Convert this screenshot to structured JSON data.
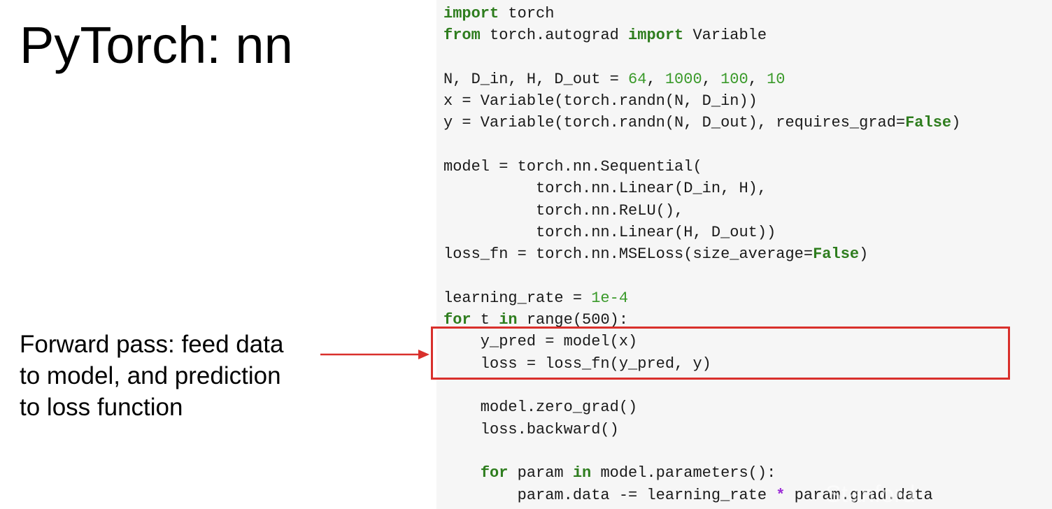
{
  "slide": {
    "title": "PyTorch: nn",
    "caption_lines": [
      "Forward pass: feed data",
      "to model, and prediction",
      "to loss function"
    ],
    "accent_color": "#d9302c",
    "watermark_text": "Stanford"
  },
  "code": {
    "lines": [
      [
        {
          "t": "import",
          "c": "kw"
        },
        {
          "t": " torch"
        }
      ],
      [
        {
          "t": "from",
          "c": "kw"
        },
        {
          "t": " torch.autograd "
        },
        {
          "t": "import",
          "c": "kw"
        },
        {
          "t": " Variable"
        }
      ],
      [],
      [
        {
          "t": "N, D_in, H, D_out = "
        },
        {
          "t": "64",
          "c": "num"
        },
        {
          "t": ", "
        },
        {
          "t": "1000",
          "c": "num"
        },
        {
          "t": ", "
        },
        {
          "t": "100",
          "c": "num"
        },
        {
          "t": ", "
        },
        {
          "t": "10",
          "c": "num"
        }
      ],
      [
        {
          "t": "x = Variable(torch.randn(N, D_in))"
        }
      ],
      [
        {
          "t": "y = Variable(torch.randn(N, D_out), requires_grad="
        },
        {
          "t": "False",
          "c": "kw"
        },
        {
          "t": ")"
        }
      ],
      [],
      [
        {
          "t": "model = torch.nn.Sequential("
        }
      ],
      [
        {
          "t": "          torch.nn.Linear(D_in, H),"
        }
      ],
      [
        {
          "t": "          torch.nn.ReLU(),"
        }
      ],
      [
        {
          "t": "          torch.nn.Linear(H, D_out))"
        }
      ],
      [
        {
          "t": "loss_fn = torch.nn.MSELoss(size_average="
        },
        {
          "t": "False",
          "c": "kw"
        },
        {
          "t": ")"
        }
      ],
      [],
      [
        {
          "t": "learning_rate = "
        },
        {
          "t": "1e-4",
          "c": "num"
        }
      ],
      [
        {
          "t": "for",
          "c": "kw"
        },
        {
          "t": " t "
        },
        {
          "t": "in",
          "c": "kw"
        },
        {
          "t": " range(500):"
        }
      ],
      [
        {
          "t": "    y_pred = model(x)"
        }
      ],
      [
        {
          "t": "    loss = loss_fn(y_pred, y)"
        }
      ],
      [],
      [
        {
          "t": "    model.zero_grad()"
        }
      ],
      [
        {
          "t": "    loss.backward()"
        }
      ],
      [],
      [
        {
          "t": "    "
        },
        {
          "t": "for",
          "c": "kw"
        },
        {
          "t": " param "
        },
        {
          "t": "in",
          "c": "kw"
        },
        {
          "t": " model.parameters():"
        }
      ],
      [
        {
          "t": "        param.data -= learning_rate "
        },
        {
          "t": "*",
          "c": "op"
        },
        {
          "t": " param.grad.data"
        }
      ]
    ]
  }
}
